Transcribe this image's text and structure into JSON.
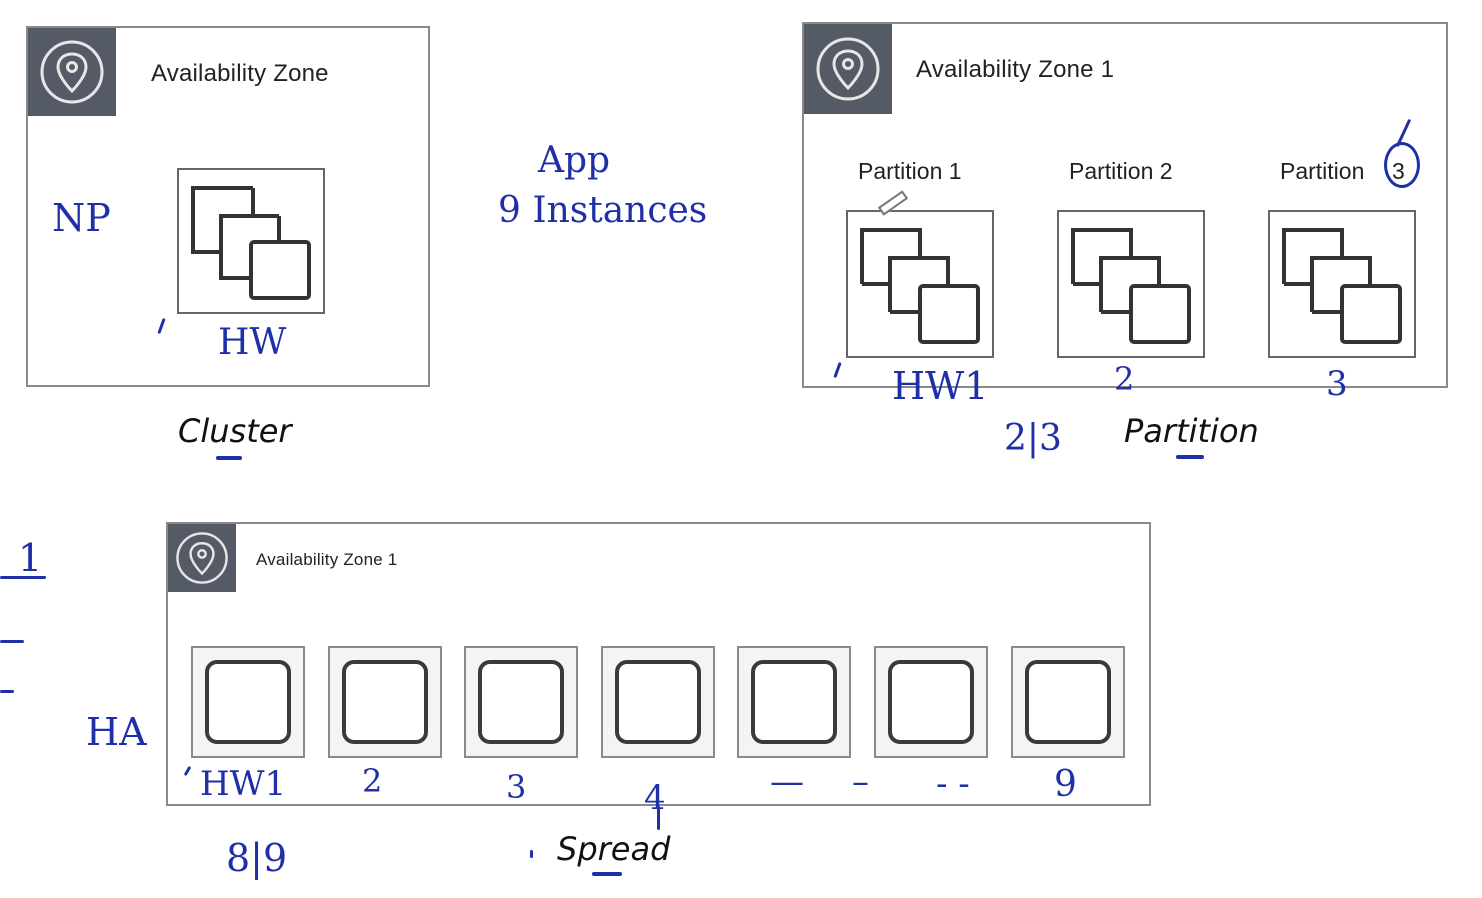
{
  "cluster": {
    "az_title": "Availability Zone",
    "caption": "Cluster",
    "notes": {
      "np": "NP",
      "hw": "HW"
    }
  },
  "app_note": {
    "line1": "App",
    "line2": "9 Instances"
  },
  "partition": {
    "az_title": "Availability Zone 1",
    "partitions": [
      {
        "label": "Partition 1",
        "hw_note": "HW1"
      },
      {
        "label": "Partition 2",
        "hw_note": "2"
      },
      {
        "label": "Partition",
        "hw_note": "3",
        "circled_number": "3"
      }
    ],
    "caption": "Partition",
    "note_ratio": "2|3"
  },
  "spread": {
    "az_title": "Availability Zone 1",
    "caption": "Spread",
    "instance_notes": [
      "HW1",
      "2",
      "3",
      "4",
      "—",
      "–",
      "- -",
      "9"
    ],
    "note_ratio": "8|9",
    "note_ha": "HA",
    "note_left": "1"
  },
  "colors": {
    "ink": "#1f2fa8",
    "tag": "#555b66",
    "frame": "#8a8a8a"
  },
  "icons": {
    "az": "map-pin-icon",
    "instances": "instance-stack-icon",
    "instance": "instance-icon"
  }
}
